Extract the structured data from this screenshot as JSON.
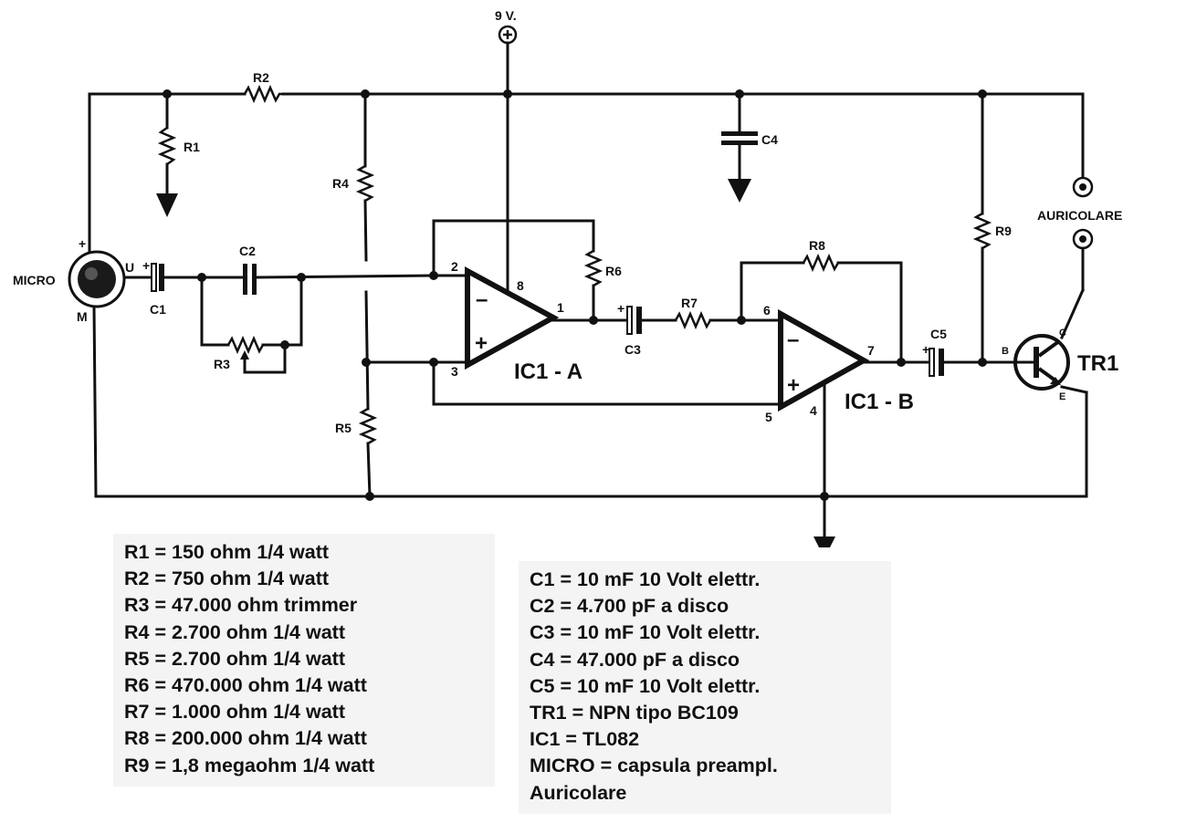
{
  "schematic": {
    "supply": "9 V.",
    "micro": "MICRO",
    "micro_plus": "+",
    "micro_u": "U",
    "micro_m": "M",
    "earphone": "AURICOLARE",
    "components": {
      "R1": "R1",
      "R2": "R2",
      "R3": "R3",
      "R4": "R4",
      "R5": "R5",
      "R6": "R6",
      "R7": "R7",
      "R8": "R8",
      "R9": "R9",
      "C1": "C1",
      "C2": "C2",
      "C3": "C3",
      "C4": "C4",
      "C5": "C5",
      "TR1": "TR1",
      "IC1A": "IC1 - A",
      "IC1B": "IC1 - B"
    },
    "pins": {
      "a_in_minus": "2",
      "a_in_plus": "3",
      "a_supply": "8",
      "a_out": "1",
      "b_in_minus": "6",
      "b_in_plus": "5",
      "b_gnd": "4",
      "b_out": "7",
      "tr_b": "B",
      "tr_c": "C",
      "tr_e": "E"
    },
    "cap_plus": "+",
    "opamp_minus": "–",
    "opamp_plus": "+"
  },
  "parts_list": {
    "resistors": [
      "R1 = 150 ohm 1/4 watt",
      "R2 = 750 ohm 1/4 watt",
      "R3 = 47.000 ohm trimmer",
      "R4 = 2.700 ohm 1/4 watt",
      "R5 = 2.700 ohm 1/4 watt",
      "R6 = 470.000 ohm 1/4 watt",
      "R7 = 1.000 ohm 1/4 watt",
      "R8 = 200.000 ohm 1/4 watt",
      "R9 = 1,8 megaohm 1/4 watt"
    ],
    "others": [
      "C1 = 10 mF 10 Volt elettr.",
      "C2 = 4.700 pF a disco",
      "C3 = 10 mF 10 Volt elettr.",
      "C4 = 47.000 pF a disco",
      "C5 = 10 mF 10 Volt elettr.",
      "TR1 = NPN tipo BC109",
      "IC1 = TL082",
      "MICRO = capsula preampl.",
      "Auricolare"
    ]
  }
}
